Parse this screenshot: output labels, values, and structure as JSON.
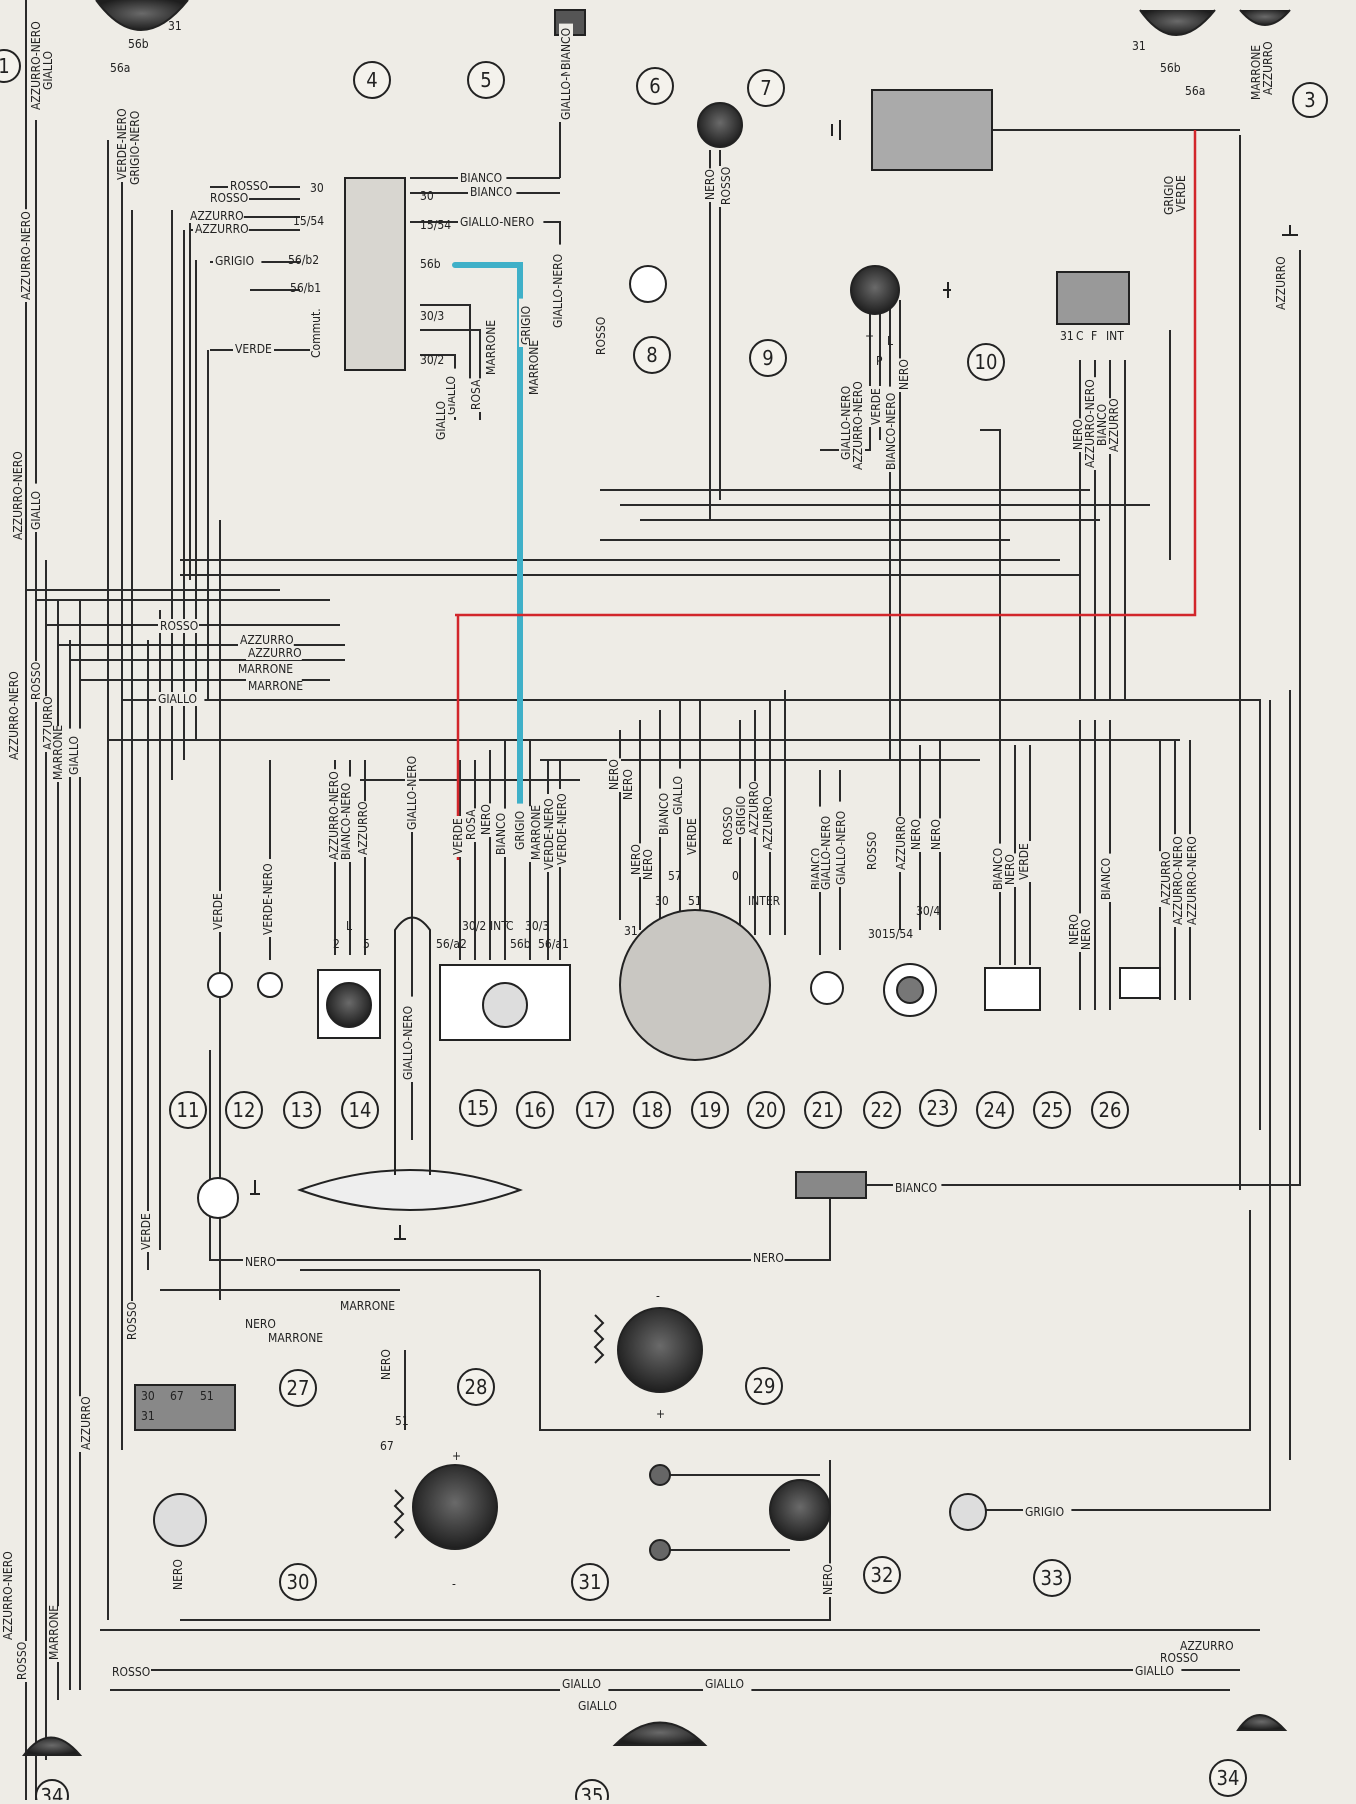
{
  "components": [
    {
      "id": "c1",
      "label": "1"
    },
    {
      "id": "c3",
      "label": "3"
    },
    {
      "id": "c4",
      "label": "4"
    },
    {
      "id": "c5",
      "label": "5"
    },
    {
      "id": "c6",
      "label": "6"
    },
    {
      "id": "c7",
      "label": "7"
    },
    {
      "id": "c8",
      "label": "8"
    },
    {
      "id": "c9",
      "label": "9"
    },
    {
      "id": "c10",
      "label": "10"
    },
    {
      "id": "c11",
      "label": "11"
    },
    {
      "id": "c12",
      "label": "12"
    },
    {
      "id": "c13",
      "label": "13"
    },
    {
      "id": "c14",
      "label": "14"
    },
    {
      "id": "c15",
      "label": "15"
    },
    {
      "id": "c16",
      "label": "16"
    },
    {
      "id": "c17",
      "label": "17"
    },
    {
      "id": "c18",
      "label": "18"
    },
    {
      "id": "c19",
      "label": "19"
    },
    {
      "id": "c20",
      "label": "20"
    },
    {
      "id": "c21",
      "label": "21"
    },
    {
      "id": "c22",
      "label": "22"
    },
    {
      "id": "c23",
      "label": "23"
    },
    {
      "id": "c24",
      "label": "24"
    },
    {
      "id": "c25",
      "label": "25"
    },
    {
      "id": "c26",
      "label": "26"
    },
    {
      "id": "c27",
      "label": "27"
    },
    {
      "id": "c28",
      "label": "28"
    },
    {
      "id": "c29",
      "label": "29"
    },
    {
      "id": "c30",
      "label": "30"
    },
    {
      "id": "c31",
      "label": "31"
    },
    {
      "id": "c32",
      "label": "32"
    },
    {
      "id": "c33",
      "label": "33"
    },
    {
      "id": "c34a",
      "label": "34"
    },
    {
      "id": "c34b",
      "label": "34"
    },
    {
      "id": "c35",
      "label": "35"
    }
  ],
  "wire_colors": {
    "rosso": "ROSSO",
    "azzurro": "AZZURRO",
    "marrone": "MARRONE",
    "giallo": "GIALLO",
    "nero": "NERO",
    "verde": "VERDE",
    "grigio": "GRIGIO",
    "bianco": "BIANCO",
    "rosa": "ROSA",
    "giallo_nero": "GIALLO-NERO",
    "azzurro_nero": "AZZURRO-NERO",
    "verde_nero": "VERDE-NERO",
    "grigio_nero": "GRIGIO-NERO",
    "bianco_nero": "BIANCO-NERO"
  },
  "switch4": {
    "terminals_left": [
      "30",
      "15/54",
      "56/b2",
      "56/b1"
    ],
    "terminals_right": [
      "30",
      "15/54",
      "56b",
      "30/3",
      "30/2"
    ],
    "commut": "Commut."
  },
  "fuse10": {
    "terminals": [
      "31",
      "C",
      "F",
      "INT"
    ]
  },
  "switch16": {
    "terminals": [
      "30/2",
      "INT",
      "C",
      "30/3"
    ],
    "lower": [
      "56/a2",
      "56b",
      "56/a1"
    ]
  },
  "cluster": {
    "labels": [
      "31",
      "30",
      "57",
      "51",
      "0",
      "INTER"
    ]
  },
  "dash24": {
    "labels": [
      "30",
      "15/54",
      "30/4"
    ]
  },
  "regulator27": {
    "labels": [
      "30",
      "67",
      "51",
      "31"
    ]
  },
  "dynamo28": {
    "labels": [
      "51",
      "67",
      "+",
      "-"
    ]
  },
  "starter29": {
    "labels": [
      "-",
      "+"
    ]
  },
  "lamp_top": {
    "left": [
      "56a",
      "56b",
      "31"
    ],
    "right": [
      "31",
      "56b",
      "56a"
    ]
  },
  "gauge9": {
    "labels": [
      "+",
      "P",
      "L"
    ]
  },
  "pin_labels": {
    "l": "L",
    "two": "2",
    "five": "5",
    "c": "C",
    "p": "P"
  },
  "highlight_colors": {
    "blue": "#3fb0c8",
    "red": "#d2262b",
    "ink": "#2a2a2a"
  }
}
